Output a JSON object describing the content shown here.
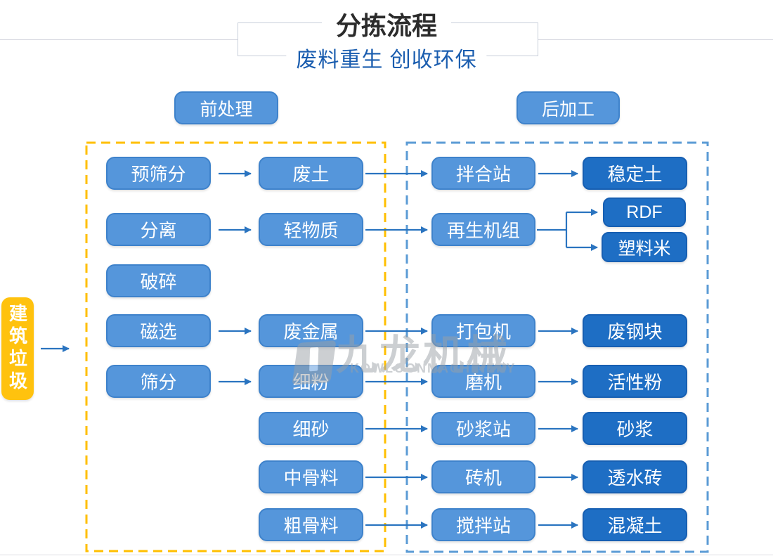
{
  "header": {
    "title": "分拣流程",
    "subtitle": "废料重生 创收环保"
  },
  "sections": {
    "pre_label": "前处理",
    "post_label": "后加工"
  },
  "source": {
    "label": "建筑垃圾"
  },
  "nodes": {
    "pre_screening": "预筛分",
    "waste_soil": "废土",
    "separation": "分离",
    "light_material": "轻物质",
    "crushing": "破碎",
    "magnetic_separation": "磁选",
    "scrap_metal": "废金属",
    "screening": "筛分",
    "fine_powder": "细粉",
    "fine_sand": "细砂",
    "medium_aggregate": "中骨料",
    "coarse_aggregate": "粗骨料",
    "mixing_station": "拌合站",
    "stabilized_soil": "稳定土",
    "regeneration_unit": "再生机组",
    "rdf": "RDF",
    "plastic_pellets": "塑料米",
    "baler": "打包机",
    "scrap_steel": "废钢块",
    "mill": "磨机",
    "activated_powder": "活性粉",
    "mortar_station": "砂浆站",
    "mortar": "砂浆",
    "brick_machine": "砖机",
    "permeable_brick": "透水砖",
    "mixing_plant": "搅拌站",
    "concrete": "混凝土"
  },
  "watermark": {
    "cn": "九龙机械",
    "en": "KOWLOONMACHINERY"
  },
  "colors": {
    "light_node": "#5596DB",
    "light_node_border": "#3E82CB",
    "dark_node": "#1E6EC4",
    "dark_node_border": "#175FB2",
    "source_yellow": "#FFC20E",
    "pre_border": "#FFBF00",
    "post_border": "#5B9BD5",
    "arrow": "#2A74C0",
    "title_text": "#2B2B2B",
    "subtitle_text": "#1A5DAF"
  }
}
